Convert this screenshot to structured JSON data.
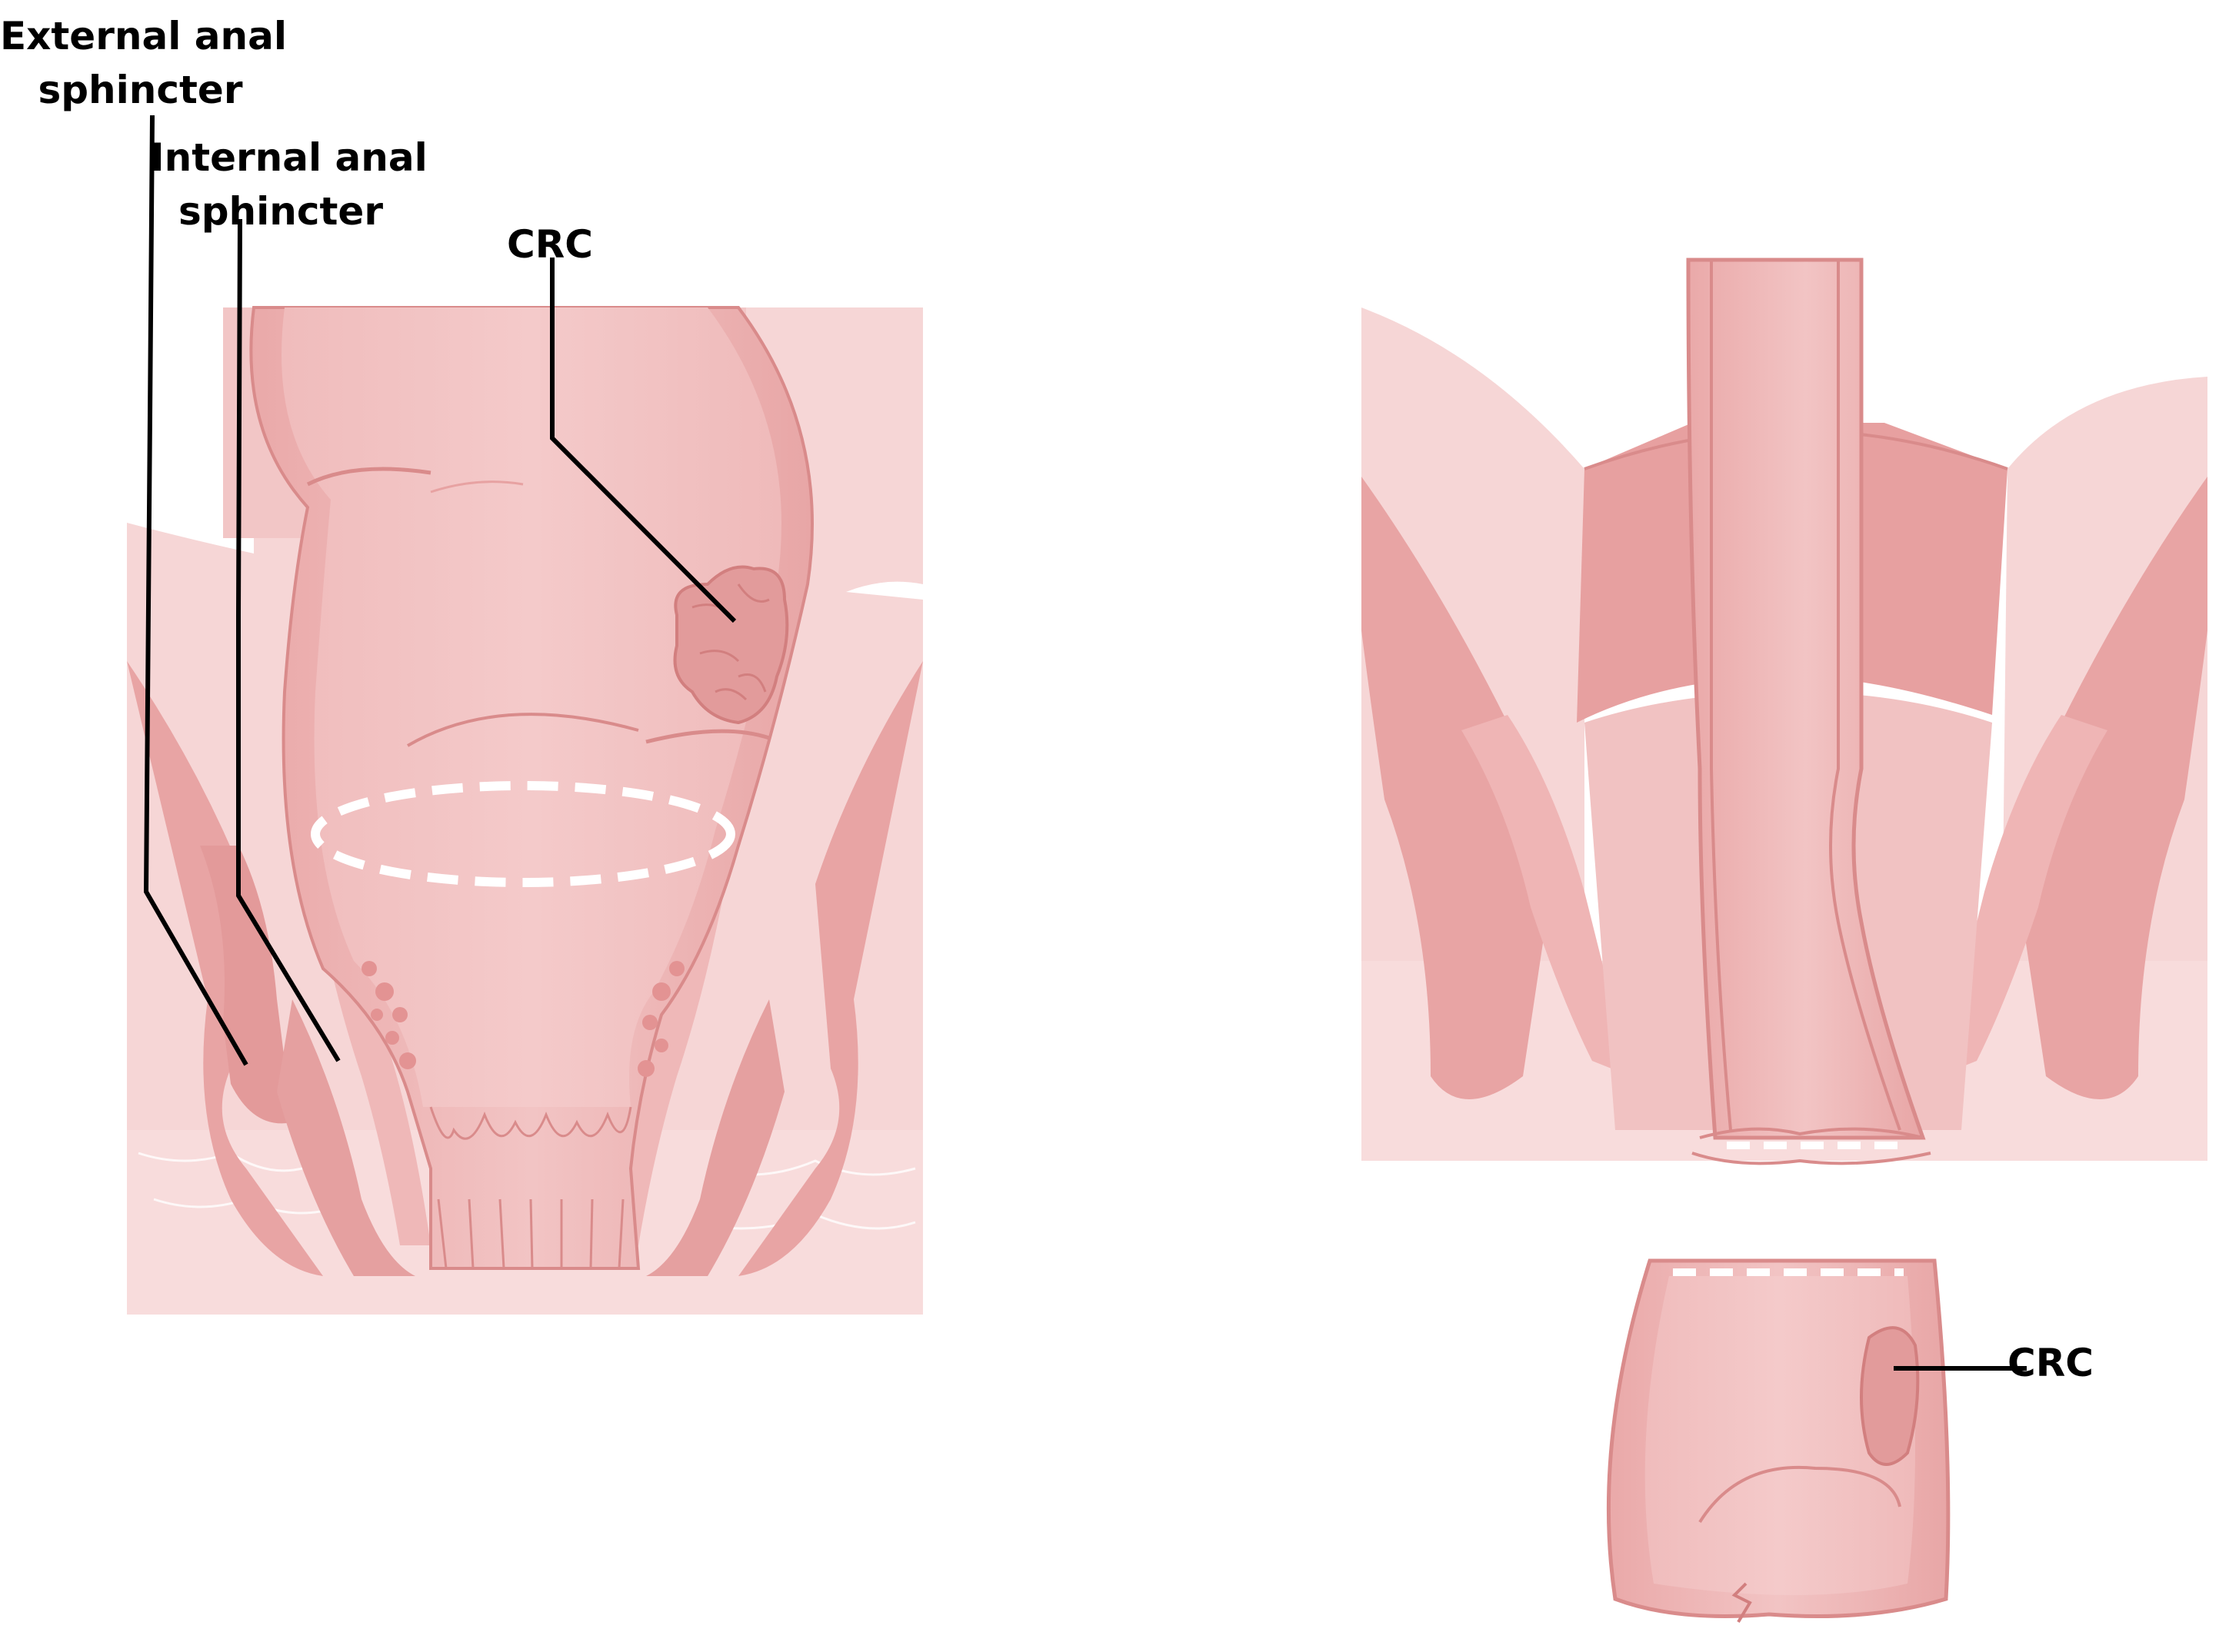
{
  "labels": {
    "external_anal_sphincter": [
      "External anal",
      "sphincter"
    ],
    "internal_anal_sphincter": [
      "Internal anal",
      "sphincter"
    ],
    "crc_left": "CRC",
    "crc_right": "CRC"
  },
  "colors": {
    "background": "#ffffff",
    "tissue_light": "#f6d3d3",
    "tissue_mid": "#efbdbd",
    "tissue_main": "#eaaeae",
    "tissue_dark": "#e08e8e",
    "tissue_outline": "#d98b8b",
    "tumor": "#e29b9b",
    "leader_line": "#000000",
    "resection_dash": "#ffffff"
  },
  "icons": [
    "external-sphincter-icon",
    "internal-sphincter-icon",
    "tumor-icon"
  ]
}
